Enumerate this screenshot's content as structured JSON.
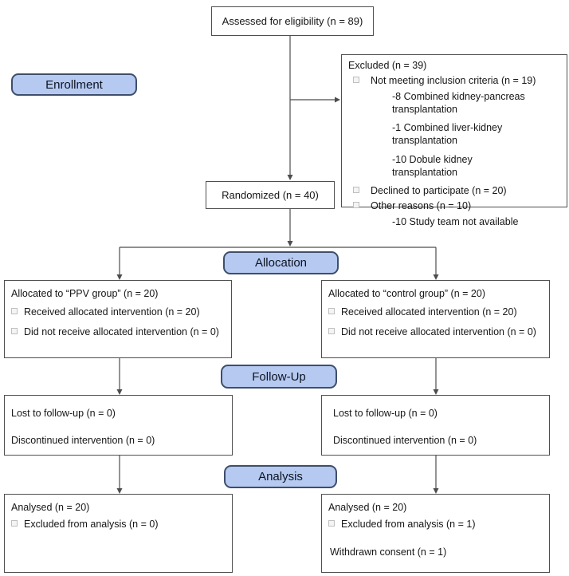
{
  "diagram": {
    "type": "CONSORT flow diagram",
    "stages": {
      "enrollment": "Enrollment",
      "allocation": "Allocation",
      "followup": "Follow-Up",
      "analysis": "Analysis"
    },
    "boxes": {
      "assessed": {
        "text": "Assessed for eligibility (n = 89)"
      },
      "excluded": {
        "title": "Excluded (n = 39)",
        "items": [
          {
            "type": "bullet",
            "text": "Not meeting inclusion criteria (n = 19)"
          },
          {
            "type": "sub",
            "text": "-8 Combined kidney-pancreas transplantation"
          },
          {
            "type": "sub",
            "text": "-1 Combined liver-kidney transplantation"
          },
          {
            "type": "sub",
            "text": "-10 Dobule kidney transplantation"
          },
          {
            "type": "bullet",
            "text": "Declined to participate (n = 20)"
          },
          {
            "type": "bullet",
            "text": "Other reasons (n = 10)"
          },
          {
            "type": "sub",
            "text": "-10 Study team not available"
          }
        ]
      },
      "randomized": {
        "text": "Randomized (n = 40)"
      },
      "alloc_left": {
        "title": "Allocated to “PPV group” (n = 20)",
        "items": [
          "Received allocated intervention (n = 20)",
          "Did not receive allocated intervention (n = 0)"
        ]
      },
      "alloc_right": {
        "title": "Allocated to “control group” (n = 20)",
        "items": [
          "Received allocated intervention (n = 20)",
          "Did not receive allocated intervention (n = 0)"
        ]
      },
      "followup_left": {
        "line1": "Lost to follow-up (n = 0)",
        "line2": "Discontinued intervention (n = 0)"
      },
      "followup_right": {
        "line1": "Lost to follow-up (n = 0)",
        "line2": "Discontinued intervention (n = 0)"
      },
      "analysis_left": {
        "title": "Analysed (n = 20)",
        "bullet": "Excluded from analysis (n = 0)",
        "extra": ""
      },
      "analysis_right": {
        "title": "Analysed (n = 20)",
        "bullet": "Excluded from analysis (n = 1)",
        "extra": "Withdrawn consent (n = 1)"
      }
    },
    "colors": {
      "stage_fill": "#b5c9f1",
      "stage_border": "#3e4e6b",
      "box_border": "#4f4f4f",
      "connector": "#4d4d4d",
      "bullet_square": "#bfbfbf"
    }
  }
}
